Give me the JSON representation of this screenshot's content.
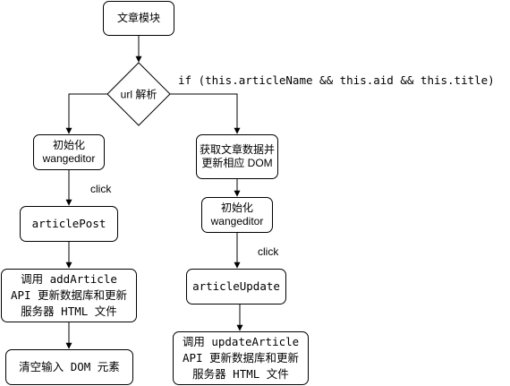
{
  "nodes": {
    "start": "文章模块",
    "decision": "url 解析",
    "init_left": "初始化\nwangeditor",
    "fetch_data": "获取文章数据并\n更新相应 DOM",
    "init_right": "初始化\nwangeditor",
    "article_post": "articlePost",
    "article_update": "articleUpdate",
    "call_add": "调用 addArticle\nAPI 更新数据库和更新\n服务器 HTML 文件",
    "call_update": "调用 updateArticle\nAPI 更新数据库和更新\n服务器 HTML 文件",
    "clear_dom": "清空输入 DOM 元素"
  },
  "edge_labels": {
    "condition": "if (this.articleName && this.aid && this.title)",
    "click_left": "click",
    "click_right": "click"
  }
}
